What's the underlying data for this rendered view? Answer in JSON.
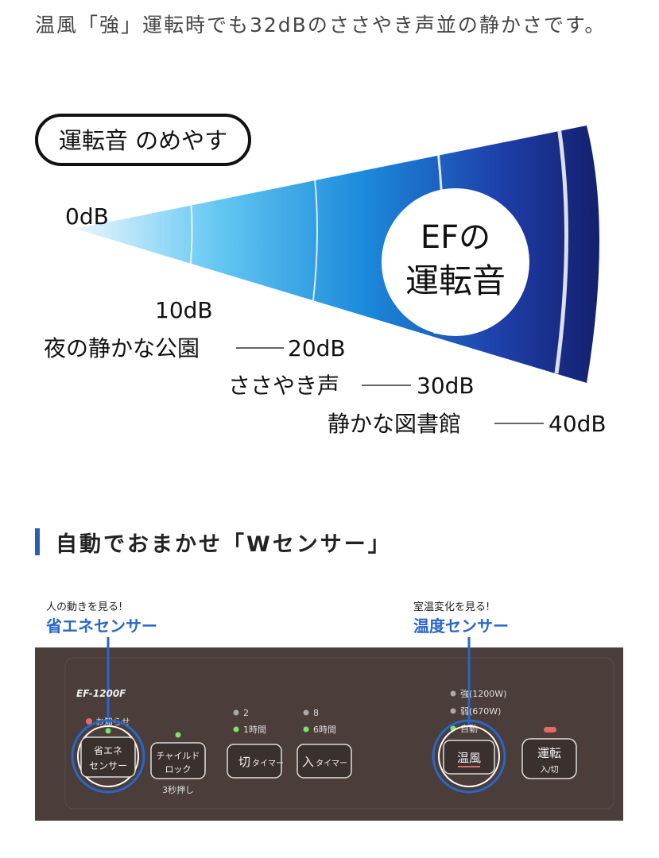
{
  "intro_text": "温風「強」運転時でも32dBのささやき声並の静かさです。",
  "noise_chart": {
    "badge": "運転音 のめやす",
    "label_0": "0dB",
    "label_10": "10dB",
    "row_20": {
      "name": "夜の静かな公園",
      "value": "20dB"
    },
    "row_30": {
      "name": "ささやき声",
      "value": "30dB"
    },
    "row_40": {
      "name": "静かな図書館",
      "value": "40dB"
    },
    "ef_line1": "EFの",
    "ef_line2": "運転音"
  },
  "section_title": "自動でおまかせ「Wセンサー」",
  "panel": {
    "left_caption_small": "人の動きを見る!",
    "left_caption_big": "省エネセンサー",
    "right_caption_small": "室温変化を見る!",
    "right_caption_big": "温度センサー",
    "model": "EF-1200F",
    "notice": "お知らせ",
    "timer_top_left": "2",
    "timer_top_right": "8",
    "timer_bottom_left": "1時間",
    "timer_bottom_right": "6時間",
    "power_strong": "強(1200W)",
    "power_weak": "弱(670W)",
    "power_auto": "自動",
    "btn_eco_line1": "省エネ",
    "btn_eco_line2": "センサー",
    "btn_child_line1": "チャイルド",
    "btn_child_line2": "ロック",
    "child_note": "3秒押し",
    "btn_off_timer_main": "切",
    "btn_off_timer_sub": "タイマー",
    "btn_on_timer_main": "入",
    "btn_on_timer_sub": "タイマー",
    "btn_heat": "温風",
    "btn_run_line1": "運転",
    "btn_run_line2": "入/切"
  },
  "colors": {
    "accent_blue": "#2a66c9",
    "heading_bar": "#2a5fb3",
    "panel_bg": "#4a3d3a",
    "led_green": "#7ee36a",
    "led_red": "#e36a6a"
  }
}
